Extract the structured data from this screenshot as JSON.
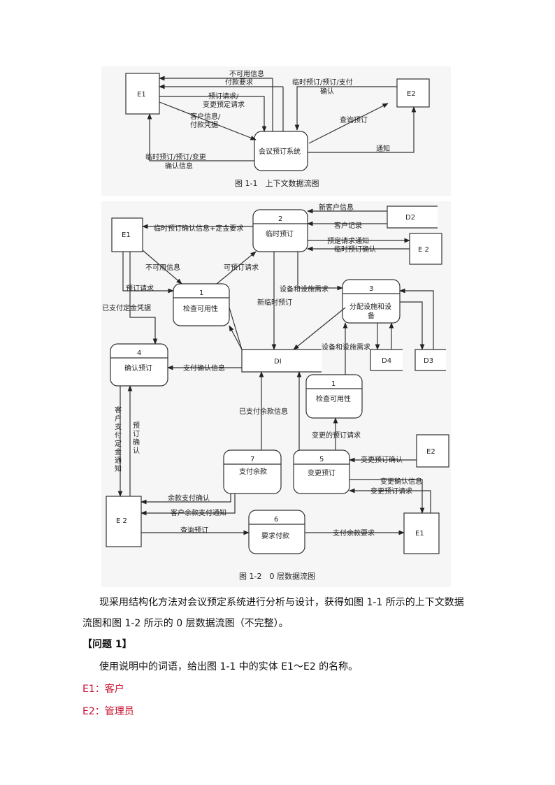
{
  "fig1": {
    "caption": "图 1-1　上下文数据流图",
    "E1": "E1",
    "E2": "E2",
    "system": "会议预订系统",
    "flows": {
      "unavailable": "不可用信息",
      "pay_request": "付款要求",
      "booking_request": "预订请求/",
      "change_request": "变更预定请求",
      "customer_info1": "客户信息/",
      "customer_info2": "付款凭据",
      "confirm_left1": "临时预订/预订/变更",
      "confirm_left2": "确认信息",
      "e2_confirm1": "临时预订/预订/支付",
      "e2_confirm2": "确认",
      "query": "查询预订",
      "notify": "通知"
    }
  },
  "fig2": {
    "caption": "图 1-2　0 层数据流图",
    "E1": "E1",
    "E2": "E 2",
    "E2b": "E 2",
    "E2c": "E2",
    "E1b": "E1",
    "D1": "DI",
    "D2": "D2",
    "D3": "D3",
    "D4": "D4",
    "p1": {
      "num": "1",
      "name": "检查可用性"
    },
    "p1b": {
      "num": "1",
      "name": "检查可用性"
    },
    "p2": {
      "num": "2",
      "name": "临时预订"
    },
    "p3": {
      "num": "3",
      "name1": "分配设施和设",
      "name2": "备"
    },
    "p4": {
      "num": "4",
      "name": "确认预订"
    },
    "p5": {
      "num": "5",
      "name": "变更预订"
    },
    "p6": {
      "num": "6",
      "name": "要求付款"
    },
    "p7": {
      "num": "7",
      "name": "支付余款"
    },
    "flows": {
      "new_customer": "新客户信息",
      "customer_record": "客户记录",
      "temp_confirm_deposit": "临时预订确认信息+定金要求",
      "booking_notice": "预定请求通知",
      "temp_confirm": "临时预订确认",
      "unavailable": "不可用信息",
      "available_request": "可预订请求",
      "booking_request": "预订请求",
      "paid_deposit": "已支付定金凭据",
      "equipment_need": "设备和设施需求",
      "new_temp": "新临时预订",
      "equipment_need2": "设备和设施需求",
      "pay_confirm_info": "支付确认信息",
      "customer_deposit_notice": "客户支付定金通知",
      "booking_confirm_v": "预订确认",
      "paid_balance": "已支付余款信息",
      "changed_booking_request": "变更的预订请求",
      "change_confirm": "变更预订确认",
      "change_confirm_info": "变更确认信息",
      "change_request": "变更预订请求",
      "balance_pay_confirm": "余款支付确认",
      "customer_balance_notice": "客户余款支付通知",
      "query": "查询预订",
      "balance_request": "支付余款要求"
    }
  },
  "text": {
    "p1_line1": "现采用结构化方法对会议预定系统进行分析与设计，获得如图 1-1 所示的上下文数据",
    "p1_line2": "流图和图 1-2 所示的 0 层数据流图（不完整）。",
    "question": "【问题 1】",
    "q_body": "使用说明中的词语，给出图 1-1 中的实体 E1～E2 的名称。",
    "ans1": "E1：客户",
    "ans2": "E2：管理员"
  }
}
